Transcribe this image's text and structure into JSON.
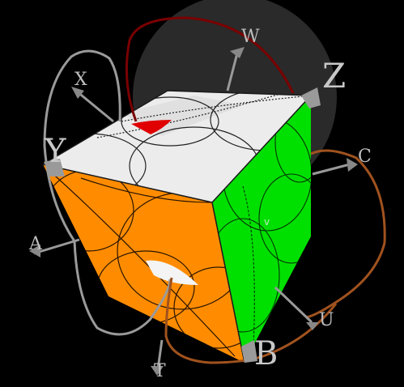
{
  "axes": [
    {
      "id": "W",
      "label": "W"
    },
    {
      "id": "X",
      "label": "X"
    },
    {
      "id": "Z",
      "label": "Z"
    },
    {
      "id": "Y",
      "label": "Y"
    },
    {
      "id": "C",
      "label": "C"
    },
    {
      "id": "A",
      "label": "A"
    },
    {
      "id": "U",
      "label": "U"
    },
    {
      "id": "T",
      "label": "T"
    },
    {
      "id": "B",
      "label": "B"
    }
  ],
  "colors": {
    "background": "#000000",
    "shadow_disc": "#2a2a2a",
    "top_face": "#ececec",
    "left_face": "#ff8c00",
    "right_face": "#00e000",
    "highlight": "#e00000",
    "ring_gray": "#9a9a9a",
    "ring_darkred": "#7a0000",
    "ring_brown": "#a0521e",
    "axis_line": "#999999"
  }
}
